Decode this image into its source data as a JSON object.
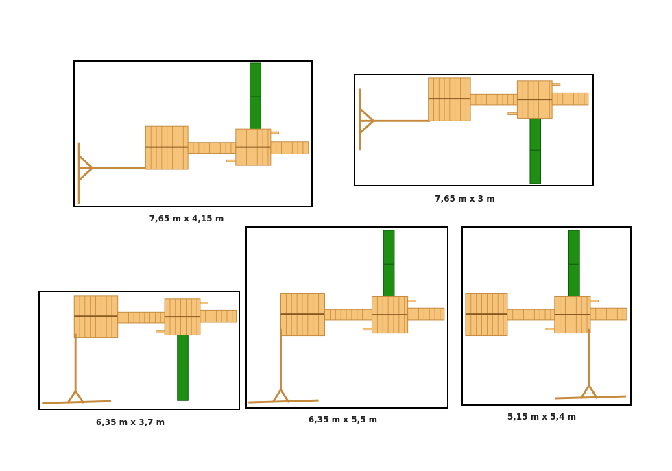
{
  "title": "",
  "colors": {
    "wood": "#f5c47a",
    "wood_dark": "#c58a3d",
    "slide": "#1f8f14",
    "slide_dark": "#0f5a0a",
    "outline": "#000000"
  },
  "layouts": [
    {
      "size": "7,65 m x 4,15 m"
    },
    {
      "size": "7,65 m x 3 m"
    },
    {
      "size": "6,35 m x 3,7 m"
    },
    {
      "size": "6,35 m x 5,5 m"
    },
    {
      "size": "5,15 m x 5,4 m"
    }
  ]
}
